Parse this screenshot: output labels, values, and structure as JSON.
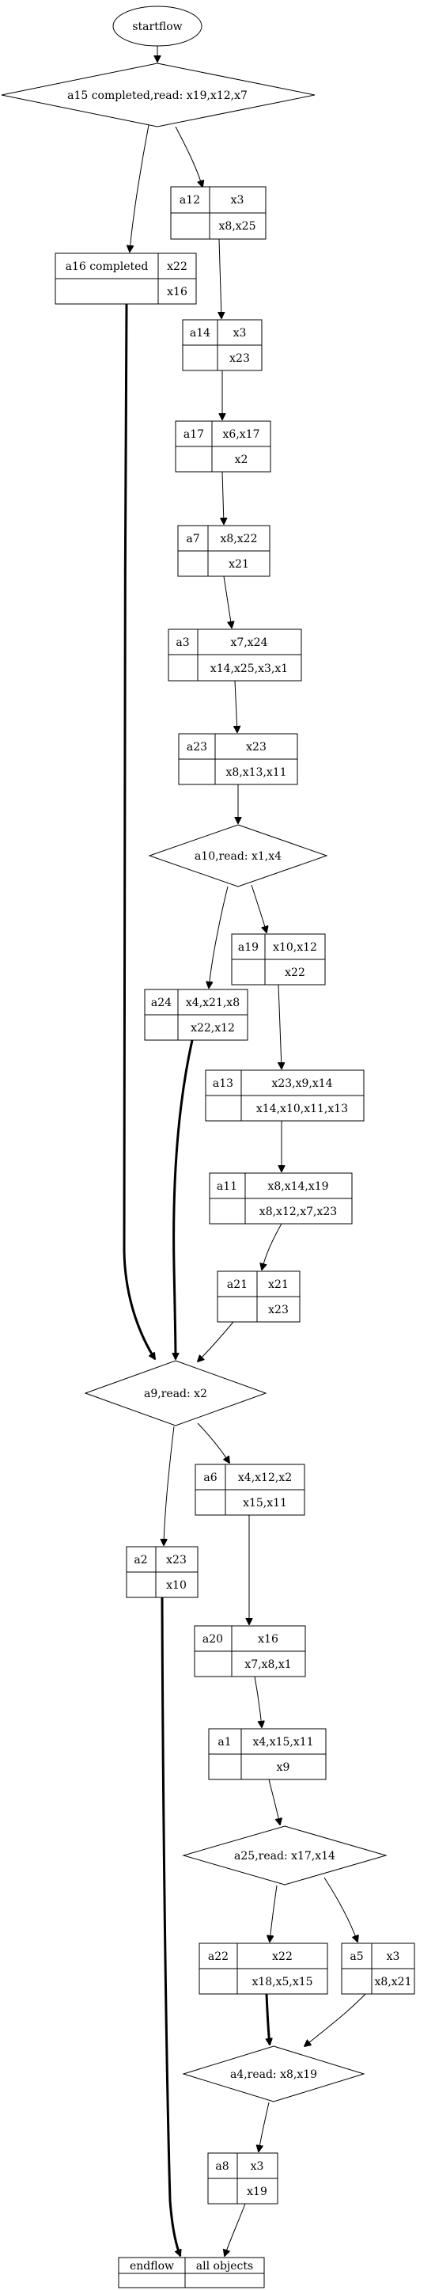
{
  "diagram": {
    "start": "startflow",
    "nodes": {
      "a15": "a15 completed,read: x19,x12,x7",
      "a10": "a10,read: x1,x4",
      "a9": "a9,read: x2",
      "a25": "a25,read: x17,x14",
      "a4": "a4,read: x8,x19"
    },
    "records": {
      "a12": [
        "a12",
        "x3",
        "x8,x25"
      ],
      "a16": [
        "a16 completed",
        "x22",
        "x16"
      ],
      "a14": [
        "a14",
        "x3",
        "x23"
      ],
      "a17": [
        "a17",
        "x6,x17",
        "x2"
      ],
      "a7": [
        "a7",
        "x8,x22",
        "x21"
      ],
      "a3": [
        "a3",
        "x7,x24",
        "x14,x25,x3,x1"
      ],
      "a23": [
        "a23",
        "x23",
        "x8,x13,x11"
      ],
      "a19": [
        "a19",
        "x10,x12",
        "x22"
      ],
      "a24": [
        "a24",
        "x4,x21,x8",
        "x22,x12"
      ],
      "a13": [
        "a13",
        "x23,x9,x14",
        "x14,x10,x11,x13"
      ],
      "a11": [
        "a11",
        "x8,x14,x19",
        "x8,x12,x7,x23"
      ],
      "a21": [
        "a21",
        "x21",
        "x23"
      ],
      "a6": [
        "a6",
        "x4,x12,x2",
        "x15,x11"
      ],
      "a2": [
        "a2",
        "x23",
        "x10"
      ],
      "a20": [
        "a20",
        "x16",
        "x7,x8,x1"
      ],
      "a1": [
        "a1",
        "x4,x15,x11",
        "x9"
      ],
      "a22": [
        "a22",
        "x22",
        "x18,x5,x15"
      ],
      "a5": [
        "a5",
        "x3",
        "x8,x21"
      ],
      "a8": [
        "a8",
        "x3",
        "x19"
      ],
      "end": [
        "endflow",
        "all objects",
        ""
      ]
    }
  }
}
